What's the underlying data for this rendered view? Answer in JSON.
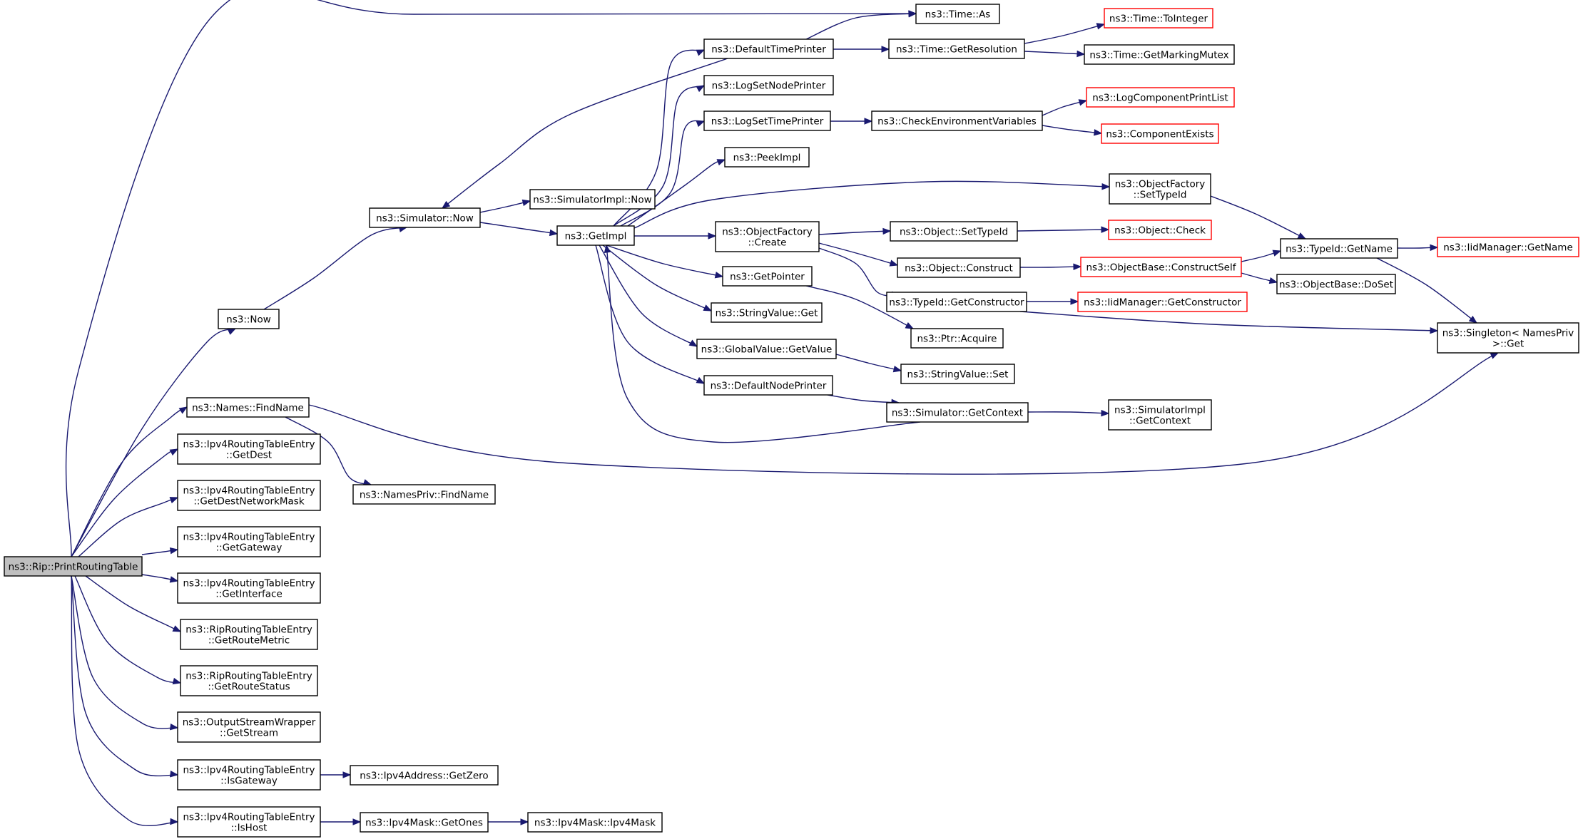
{
  "diagram": {
    "colors": {
      "edge": "#191970",
      "truncated_border": "#ff0000",
      "root_fill": "#bfbfbf"
    },
    "nodes": [
      {
        "id": "root",
        "lines": [
          "ns3::Rip::PrintRoutingTable"
        ],
        "root": true
      },
      {
        "id": "time_as",
        "lines": [
          "ns3::Time::As"
        ]
      },
      {
        "id": "now",
        "lines": [
          "ns3::Now"
        ]
      },
      {
        "id": "sim_now",
        "lines": [
          "ns3::Simulator::Now"
        ]
      },
      {
        "id": "simimpl_now",
        "lines": [
          "ns3::SimulatorImpl::Now"
        ]
      },
      {
        "id": "getimpl",
        "lines": [
          "ns3::GetImpl"
        ]
      },
      {
        "id": "deftimeprinter",
        "lines": [
          "ns3::DefaultTimePrinter"
        ]
      },
      {
        "id": "time_getres",
        "lines": [
          "ns3::Time::GetResolution"
        ]
      },
      {
        "id": "time_tointeger",
        "lines": [
          "ns3::Time::ToInteger"
        ],
        "truncated": true
      },
      {
        "id": "time_getmarkingmutex",
        "lines": [
          "ns3::Time::GetMarkingMutex"
        ]
      },
      {
        "id": "logsetnodeprinter",
        "lines": [
          "ns3::LogSetNodePrinter"
        ]
      },
      {
        "id": "logsettimeprinter",
        "lines": [
          "ns3::LogSetTimePrinter"
        ]
      },
      {
        "id": "checkenv",
        "lines": [
          "ns3::CheckEnvironmentVariables"
        ]
      },
      {
        "id": "logcomponentprintlist",
        "lines": [
          "ns3::LogComponentPrintList"
        ],
        "truncated": true
      },
      {
        "id": "componentexists",
        "lines": [
          "ns3::ComponentExists"
        ],
        "truncated": true
      },
      {
        "id": "peekimpl",
        "lines": [
          "ns3::PeekImpl"
        ]
      },
      {
        "id": "of_settypeid",
        "lines": [
          "ns3::ObjectFactory",
          "::SetTypeId"
        ]
      },
      {
        "id": "of_create",
        "lines": [
          "ns3::ObjectFactory",
          "::Create"
        ]
      },
      {
        "id": "obj_settypeid",
        "lines": [
          "ns3::Object::SetTypeId"
        ]
      },
      {
        "id": "obj_check",
        "lines": [
          "ns3::Object::Check"
        ],
        "truncated": true
      },
      {
        "id": "obj_construct",
        "lines": [
          "ns3::Object::Construct"
        ]
      },
      {
        "id": "objbase_constructself",
        "lines": [
          "ns3::ObjectBase::ConstructSelf"
        ],
        "truncated": true
      },
      {
        "id": "typeid_getname",
        "lines": [
          "ns3::TypeId::GetName"
        ]
      },
      {
        "id": "iidmgr_getname",
        "lines": [
          "ns3::IidManager::GetName"
        ],
        "truncated": true
      },
      {
        "id": "objbase_doset",
        "lines": [
          "ns3::ObjectBase::DoSet"
        ]
      },
      {
        "id": "typeid_getconstructor",
        "lines": [
          "ns3::TypeId::GetConstructor"
        ]
      },
      {
        "id": "iidmgr_getconstructor",
        "lines": [
          "ns3::IidManager::GetConstructor"
        ],
        "truncated": true
      },
      {
        "id": "singleton_get",
        "lines": [
          "ns3::Singleton< NamesPriv",
          ">::Get"
        ]
      },
      {
        "id": "getpointer",
        "lines": [
          "ns3::GetPointer"
        ]
      },
      {
        "id": "ptr_acquire",
        "lines": [
          "ns3::Ptr::Acquire"
        ]
      },
      {
        "id": "stringvalue_get",
        "lines": [
          "ns3::StringValue::Get"
        ]
      },
      {
        "id": "globalvalue_getvalue",
        "lines": [
          "ns3::GlobalValue::GetValue"
        ]
      },
      {
        "id": "stringvalue_set",
        "lines": [
          "ns3::StringValue::Set"
        ]
      },
      {
        "id": "defnodeprinter",
        "lines": [
          "ns3::DefaultNodePrinter"
        ]
      },
      {
        "id": "sim_getcontext",
        "lines": [
          "ns3::Simulator::GetContext"
        ]
      },
      {
        "id": "simimpl_getcontext",
        "lines": [
          "ns3::SimulatorImpl",
          "::GetContext"
        ]
      },
      {
        "id": "names_findname",
        "lines": [
          "ns3::Names::FindName"
        ]
      },
      {
        "id": "namespriv_findname",
        "lines": [
          "ns3::NamesPriv::FindName"
        ]
      },
      {
        "id": "rte_getdest",
        "lines": [
          "ns3::Ipv4RoutingTableEntry",
          "::GetDest"
        ]
      },
      {
        "id": "rte_getdestnetworkmask",
        "lines": [
          "ns3::Ipv4RoutingTableEntry",
          "::GetDestNetworkMask"
        ]
      },
      {
        "id": "rte_getgateway",
        "lines": [
          "ns3::Ipv4RoutingTableEntry",
          "::GetGateway"
        ]
      },
      {
        "id": "rte_getinterface",
        "lines": [
          "ns3::Ipv4RoutingTableEntry",
          "::GetInterface"
        ]
      },
      {
        "id": "riprte_getroutemetric",
        "lines": [
          "ns3::RipRoutingTableEntry",
          "::GetRouteMetric"
        ]
      },
      {
        "id": "riprte_getroutestatus",
        "lines": [
          "ns3::RipRoutingTableEntry",
          "::GetRouteStatus"
        ]
      },
      {
        "id": "osw_getstream",
        "lines": [
          "ns3::OutputStreamWrapper",
          "::GetStream"
        ]
      },
      {
        "id": "rte_isgateway",
        "lines": [
          "ns3::Ipv4RoutingTableEntry",
          "::IsGateway"
        ]
      },
      {
        "id": "ipv4addr_getzero",
        "lines": [
          "ns3::Ipv4Address::GetZero"
        ]
      },
      {
        "id": "rte_ishost",
        "lines": [
          "ns3::Ipv4RoutingTableEntry",
          "::IsHost"
        ]
      },
      {
        "id": "ipv4mask_getones",
        "lines": [
          "ns3::Ipv4Mask::GetOnes"
        ]
      },
      {
        "id": "ipv4mask_ipv4mask",
        "lines": [
          "ns3::Ipv4Mask::Ipv4Mask"
        ]
      }
    ],
    "edges": [
      {
        "from": "root",
        "to": "time_as"
      },
      {
        "from": "root",
        "to": "now"
      },
      {
        "from": "root",
        "to": "names_findname"
      },
      {
        "from": "root",
        "to": "rte_getdest"
      },
      {
        "from": "root",
        "to": "rte_getdestnetworkmask"
      },
      {
        "from": "root",
        "to": "rte_getgateway"
      },
      {
        "from": "root",
        "to": "rte_getinterface"
      },
      {
        "from": "root",
        "to": "riprte_getroutemetric"
      },
      {
        "from": "root",
        "to": "riprte_getroutestatus"
      },
      {
        "from": "root",
        "to": "osw_getstream"
      },
      {
        "from": "root",
        "to": "rte_isgateway"
      },
      {
        "from": "root",
        "to": "rte_ishost"
      },
      {
        "from": "now",
        "to": "sim_now"
      },
      {
        "from": "sim_now",
        "to": "simimpl_now"
      },
      {
        "from": "sim_now",
        "to": "getimpl"
      },
      {
        "from": "getimpl",
        "to": "deftimeprinter"
      },
      {
        "from": "getimpl",
        "to": "logsetnodeprinter"
      },
      {
        "from": "getimpl",
        "to": "logsettimeprinter"
      },
      {
        "from": "getimpl",
        "to": "peekimpl"
      },
      {
        "from": "getimpl",
        "to": "of_settypeid"
      },
      {
        "from": "getimpl",
        "to": "of_create"
      },
      {
        "from": "getimpl",
        "to": "getpointer"
      },
      {
        "from": "getimpl",
        "to": "stringvalue_get"
      },
      {
        "from": "getimpl",
        "to": "globalvalue_getvalue"
      },
      {
        "from": "getimpl",
        "to": "defnodeprinter"
      },
      {
        "from": "deftimeprinter",
        "to": "time_as"
      },
      {
        "from": "deftimeprinter",
        "to": "time_getres"
      },
      {
        "from": "deftimeprinter",
        "to": "sim_now"
      },
      {
        "from": "time_getres",
        "to": "time_tointeger"
      },
      {
        "from": "time_getres",
        "to": "time_getmarkingmutex"
      },
      {
        "from": "logsettimeprinter",
        "to": "checkenv"
      },
      {
        "from": "checkenv",
        "to": "logcomponentprintlist"
      },
      {
        "from": "checkenv",
        "to": "componentexists"
      },
      {
        "from": "of_settypeid",
        "to": "typeid_getname"
      },
      {
        "from": "of_create",
        "to": "obj_settypeid"
      },
      {
        "from": "of_create",
        "to": "obj_construct"
      },
      {
        "from": "of_create",
        "to": "typeid_getconstructor"
      },
      {
        "from": "obj_settypeid",
        "to": "obj_check"
      },
      {
        "from": "obj_construct",
        "to": "objbase_constructself"
      },
      {
        "from": "objbase_constructself",
        "to": "typeid_getname"
      },
      {
        "from": "objbase_constructself",
        "to": "objbase_doset"
      },
      {
        "from": "typeid_getname",
        "to": "iidmgr_getname"
      },
      {
        "from": "typeid_getname",
        "to": "singleton_get"
      },
      {
        "from": "typeid_getconstructor",
        "to": "iidmgr_getconstructor"
      },
      {
        "from": "typeid_getconstructor",
        "to": "singleton_get"
      },
      {
        "from": "getpointer",
        "to": "ptr_acquire"
      },
      {
        "from": "globalvalue_getvalue",
        "to": "stringvalue_set"
      },
      {
        "from": "defnodeprinter",
        "to": "sim_getcontext"
      },
      {
        "from": "sim_getcontext",
        "to": "simimpl_getcontext"
      },
      {
        "from": "sim_getcontext",
        "to": "getimpl"
      },
      {
        "from": "names_findname",
        "to": "namespriv_findname"
      },
      {
        "from": "names_findname",
        "to": "singleton_get"
      },
      {
        "from": "rte_isgateway",
        "to": "ipv4addr_getzero"
      },
      {
        "from": "rte_ishost",
        "to": "ipv4mask_getones"
      },
      {
        "from": "ipv4mask_getones",
        "to": "ipv4mask_ipv4mask"
      }
    ]
  }
}
